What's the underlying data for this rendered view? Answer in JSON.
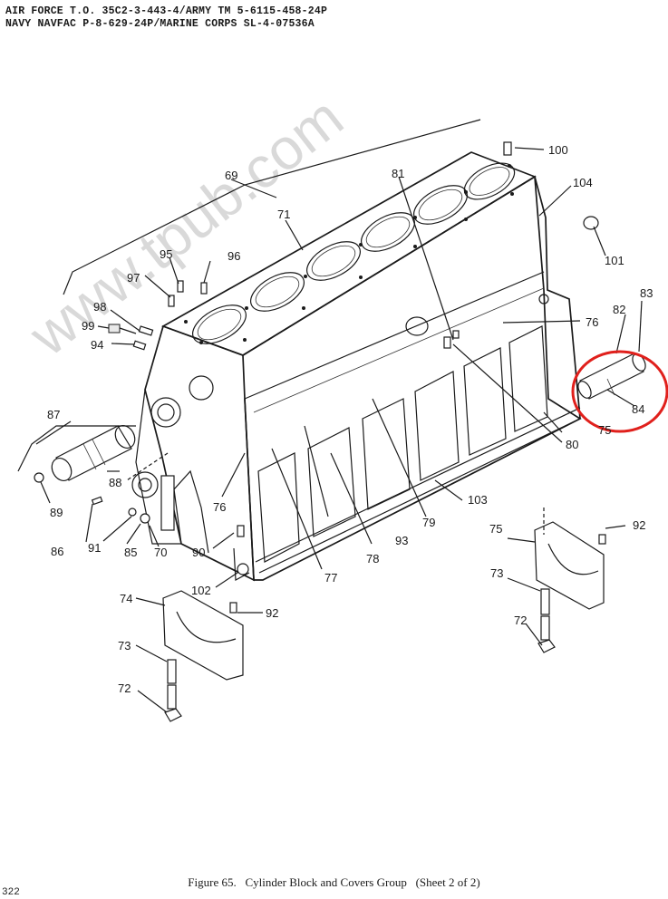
{
  "header": {
    "line1": "AIR FORCE T.O. 35C2-3-443-4/ARMY TM 5-6115-458-24P",
    "line2": "NAVY NAVFAC P-8-629-24P/MARINE CORPS SL-4-07536A"
  },
  "watermark": "www.tpub.com",
  "callouts": [
    {
      "id": "100",
      "label": "100"
    },
    {
      "id": "104",
      "label": "104"
    },
    {
      "id": "101",
      "label": "101"
    },
    {
      "id": "69",
      "label": "69"
    },
    {
      "id": "81",
      "label": "81"
    },
    {
      "id": "71",
      "label": "71"
    },
    {
      "id": "95",
      "label": "95"
    },
    {
      "id": "96",
      "label": "96"
    },
    {
      "id": "97",
      "label": "97"
    },
    {
      "id": "98",
      "label": "98"
    },
    {
      "id": "99",
      "label": "99"
    },
    {
      "id": "94",
      "label": "94"
    },
    {
      "id": "82",
      "label": "82"
    },
    {
      "id": "83",
      "label": "83"
    },
    {
      "id": "76a",
      "label": "76"
    },
    {
      "id": "84",
      "label": "84"
    },
    {
      "id": "75a",
      "label": "75"
    },
    {
      "id": "87",
      "label": "87"
    },
    {
      "id": "80",
      "label": "80"
    },
    {
      "id": "88",
      "label": "88"
    },
    {
      "id": "89",
      "label": "89"
    },
    {
      "id": "76b",
      "label": "76"
    },
    {
      "id": "103",
      "label": "103"
    },
    {
      "id": "79",
      "label": "79"
    },
    {
      "id": "75b",
      "label": "75"
    },
    {
      "id": "92a",
      "label": "92"
    },
    {
      "id": "86",
      "label": "86"
    },
    {
      "id": "91",
      "label": "91"
    },
    {
      "id": "85",
      "label": "85"
    },
    {
      "id": "70",
      "label": "70"
    },
    {
      "id": "90",
      "label": "90"
    },
    {
      "id": "93",
      "label": "93"
    },
    {
      "id": "78",
      "label": "78"
    },
    {
      "id": "77",
      "label": "77"
    },
    {
      "id": "73a",
      "label": "73"
    },
    {
      "id": "102",
      "label": "102"
    },
    {
      "id": "74",
      "label": "74"
    },
    {
      "id": "92b",
      "label": "92"
    },
    {
      "id": "72a",
      "label": "72"
    },
    {
      "id": "73b",
      "label": "73"
    },
    {
      "id": "72b",
      "label": "72"
    }
  ],
  "caption": "Figure 65.   Cylinder Block and Covers Group   (Sheet 2 of 2)",
  "page_number": "322",
  "highlight_color": "#e0201c"
}
